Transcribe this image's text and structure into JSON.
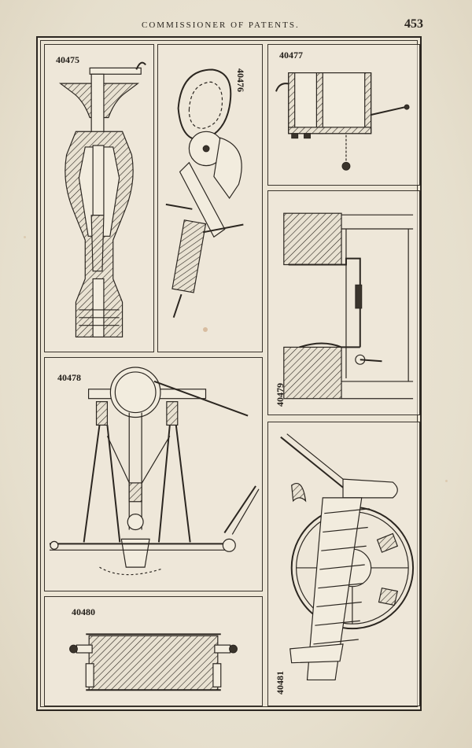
{
  "header": {
    "running_head": "COMMISSIONER OF PATENTS.",
    "page_number": "453"
  },
  "figures": [
    {
      "id": "fig-40475",
      "patent_number": "40475"
    },
    {
      "id": "fig-40476",
      "patent_number": "40476"
    },
    {
      "id": "fig-40477",
      "patent_number": "40477"
    },
    {
      "id": "fig-40478",
      "patent_number": "40478"
    },
    {
      "id": "fig-40479",
      "patent_number": "40479"
    },
    {
      "id": "fig-40480",
      "patent_number": "40480"
    },
    {
      "id": "fig-40481",
      "patent_number": "40481"
    }
  ],
  "colors": {
    "paper": "#e9e2d2",
    "ink": "#2b2620"
  }
}
